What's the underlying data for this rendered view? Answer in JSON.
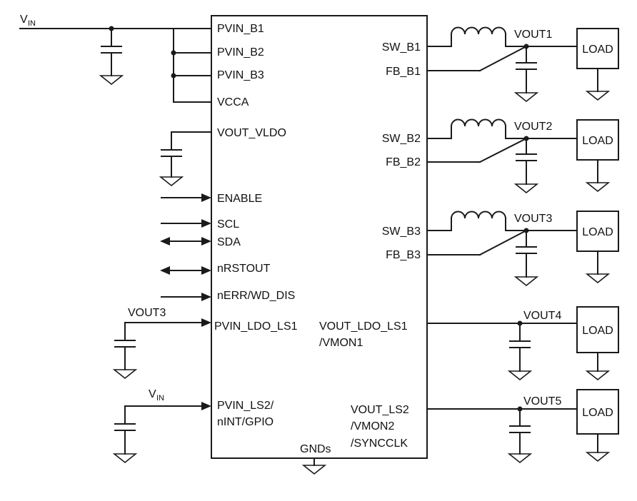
{
  "ic": {
    "pins_left": {
      "pvin_b1": "PVIN_B1",
      "pvin_b2": "PVIN_B2",
      "pvin_b3": "PVIN_B3",
      "vcca": "VCCA",
      "vout_vldo": "VOUT_VLDO",
      "enable": "ENABLE",
      "scl": "SCL",
      "sda": "SDA",
      "nrstout": "nRSTOUT",
      "nerr": "nERR/WD_DIS",
      "pvin_ldo_ls1": "PVIN_LDO_LS1",
      "pvin_ls2_a": "PVIN_LS2/",
      "pvin_ls2_b": "nINT/GPIO"
    },
    "pins_right": {
      "sw_b1": "SW_B1",
      "fb_b1": "FB_B1",
      "sw_b2": "SW_B2",
      "fb_b2": "FB_B2",
      "sw_b3": "SW_B3",
      "fb_b3": "FB_B3",
      "vout_ldo_ls1_a": "VOUT_LDO_LS1",
      "vout_ldo_ls1_b": "/VMON1",
      "vout_ls2_a": "VOUT_LS2",
      "vout_ls2_b": "/VMON2",
      "vout_ls2_c": "/SYNCCLK"
    },
    "gnd_label": "GNDs"
  },
  "nets": {
    "vin_main": "V",
    "vin_sub": "IN",
    "vin_ls2": "V",
    "vin_ls2_sub": "IN",
    "vout3_ldo": "VOUT3",
    "vout1": "VOUT1",
    "vout2": "VOUT2",
    "vout3": "VOUT3",
    "vout4": "VOUT4",
    "vout5": "VOUT5"
  },
  "loads": [
    "LOAD",
    "LOAD",
    "LOAD",
    "LOAD",
    "LOAD"
  ]
}
